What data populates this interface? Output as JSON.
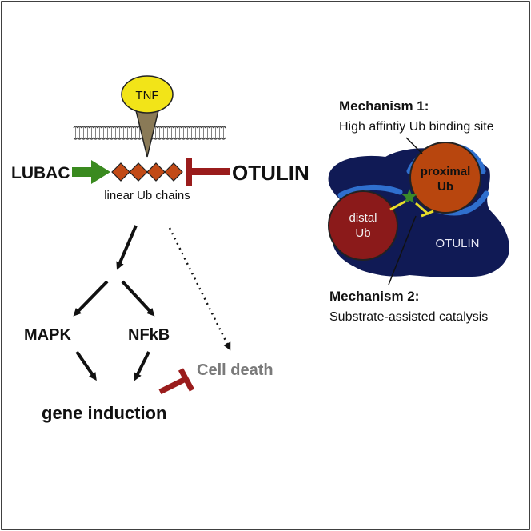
{
  "pathway": {
    "tnf_label": "TNF",
    "lubac_label": "LUBAC",
    "otulin_label": "OTULIN",
    "chains_label": "linear Ub chains",
    "mapk_label": "MAPK",
    "nfkb_label": "NFkB",
    "cell_death_label": "Cell death",
    "gene_induction_label": "gene induction"
  },
  "mechanisms": {
    "m1_title": "Mechanism 1:",
    "m1_desc": "High affintiy Ub binding site",
    "m2_title": "Mechanism 2:",
    "m2_desc": "Substrate-assisted catalysis",
    "proximal_line1": "proximal",
    "proximal_line2": "Ub",
    "distal_line1": "distal",
    "distal_line2": "Ub",
    "otulin_protein_label": "OTULIN"
  },
  "colors": {
    "frame": "#000000",
    "tnf_fill": "#f2e418",
    "stalk": "#8a7a57",
    "membrane": "#444444",
    "lubac_arrow": "#3a8a1f",
    "inhibit": "#9a1c1c",
    "ub_diamond": "#c24a16",
    "otulin_protein": "#101a55",
    "binding_site": "#2f6fce",
    "proximal_ub": "#b8460e",
    "distal_ub": "#8b1a1a",
    "star": "#3a8a2a",
    "yellow_bond": "#e8dc2a",
    "cell_death_text": "#7a7a7a"
  }
}
